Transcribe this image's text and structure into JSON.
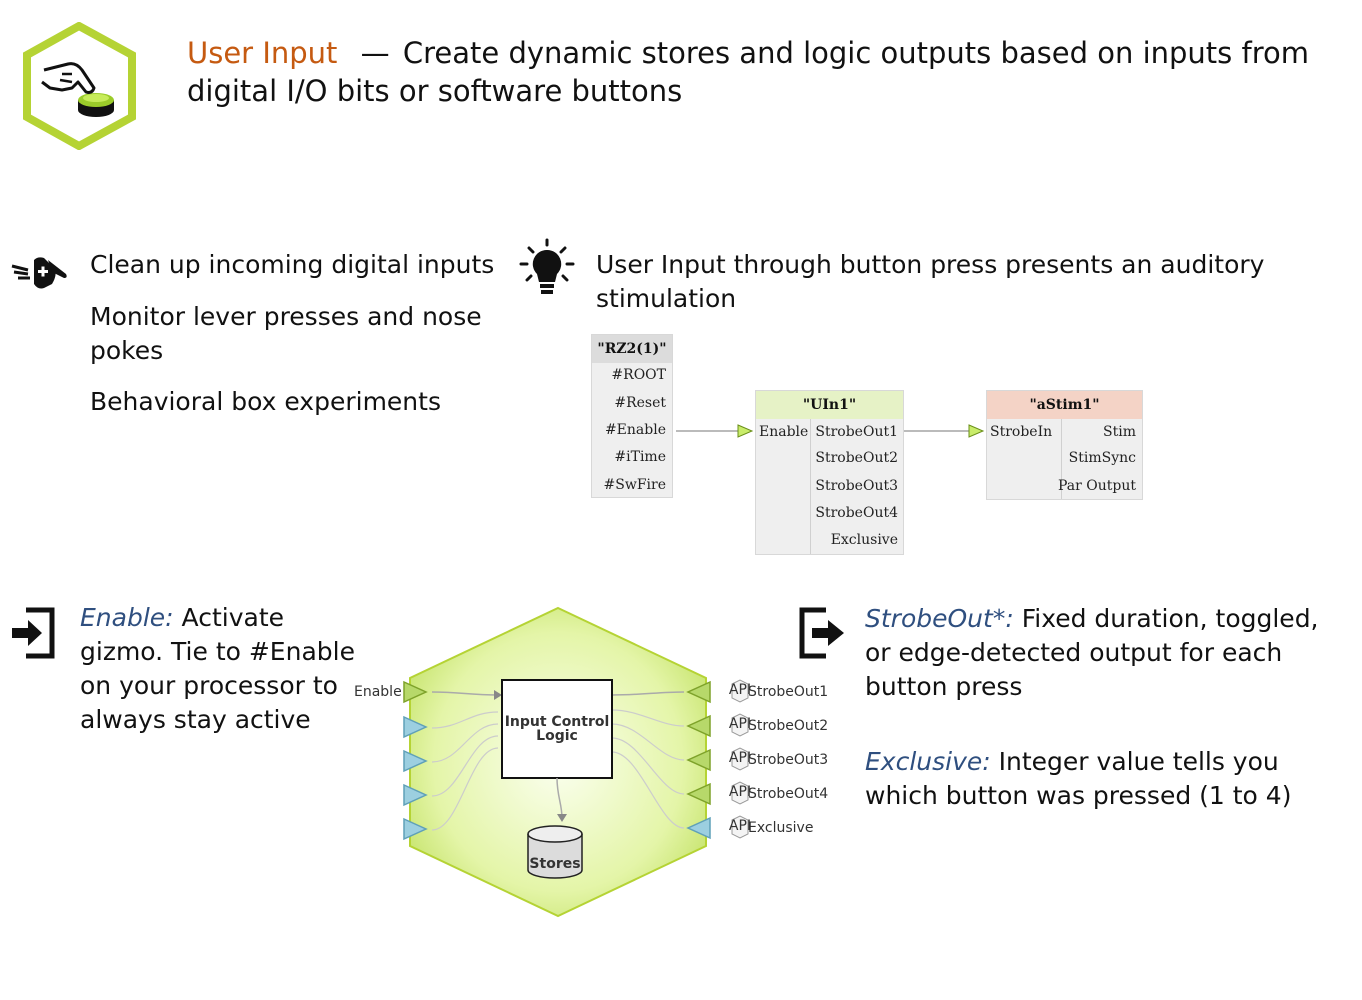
{
  "header": {
    "title": "User Input",
    "dash": "—",
    "subtitle_line1": "Create dynamic stores and logic outputs based on inputs from",
    "subtitle_line2": "digital I/O bits or software buttons"
  },
  "uses": {
    "items": [
      "Clean up incoming digital inputs",
      "Monitor lever presses and nose pokes",
      "Behavioral box experiments"
    ]
  },
  "example": {
    "description": "User Input through button press presents an auditory stimulation"
  },
  "rz2_table": {
    "title": "\"RZ2(1)\"",
    "ports": [
      "#ROOT",
      "#Reset",
      "#Enable",
      "#iTime",
      "#SwFire"
    ]
  },
  "uin_table": {
    "title": "\"UIn1\"",
    "input": "Enable",
    "outputs": [
      "StrobeOut1",
      "StrobeOut2",
      "StrobeOut3",
      "StrobeOut4",
      "Exclusive"
    ]
  },
  "astim_table": {
    "title": "\"aStim1\"",
    "input": "StrobeIn",
    "outputs": [
      "Stim",
      "StimSync",
      "Par Output"
    ]
  },
  "enable_desc": {
    "label": "Enable:",
    "text": "Activate gizmo. Tie to #Enable on your processor to always stay active"
  },
  "strobe_desc": {
    "label": "StrobeOut*:",
    "text": "Fixed duration, toggled, or edge-detected output for each button press"
  },
  "exclusive_desc": {
    "label": "Exclusive:",
    "text": "Integer value tells you which button was pressed (1 to 4)"
  },
  "gizmo": {
    "input_label": "Enable",
    "logic_line1": "Input Control",
    "logic_line2": "Logic",
    "stores_label": "Stores",
    "api_badge": "API",
    "outputs": [
      "StrobeOut1",
      "StrobeOut2",
      "StrobeOut3",
      "StrobeOut4",
      "Exclusive"
    ]
  },
  "colors": {
    "accent_orange": "#c55a11",
    "label_blue": "#2f4f7f",
    "hex_green": "#b5d334",
    "hex_fill": "#d9ef8f",
    "uin_header": "#e6f2c6",
    "astim_header": "#f4d3c6",
    "port_green": "#90c030",
    "port_teal": "#7fbcd1"
  },
  "icons": [
    "hand-pressing-button-icon",
    "swiss-knife-icon",
    "light-bulb-icon",
    "input-arrow-icon",
    "output-arrow-icon"
  ]
}
